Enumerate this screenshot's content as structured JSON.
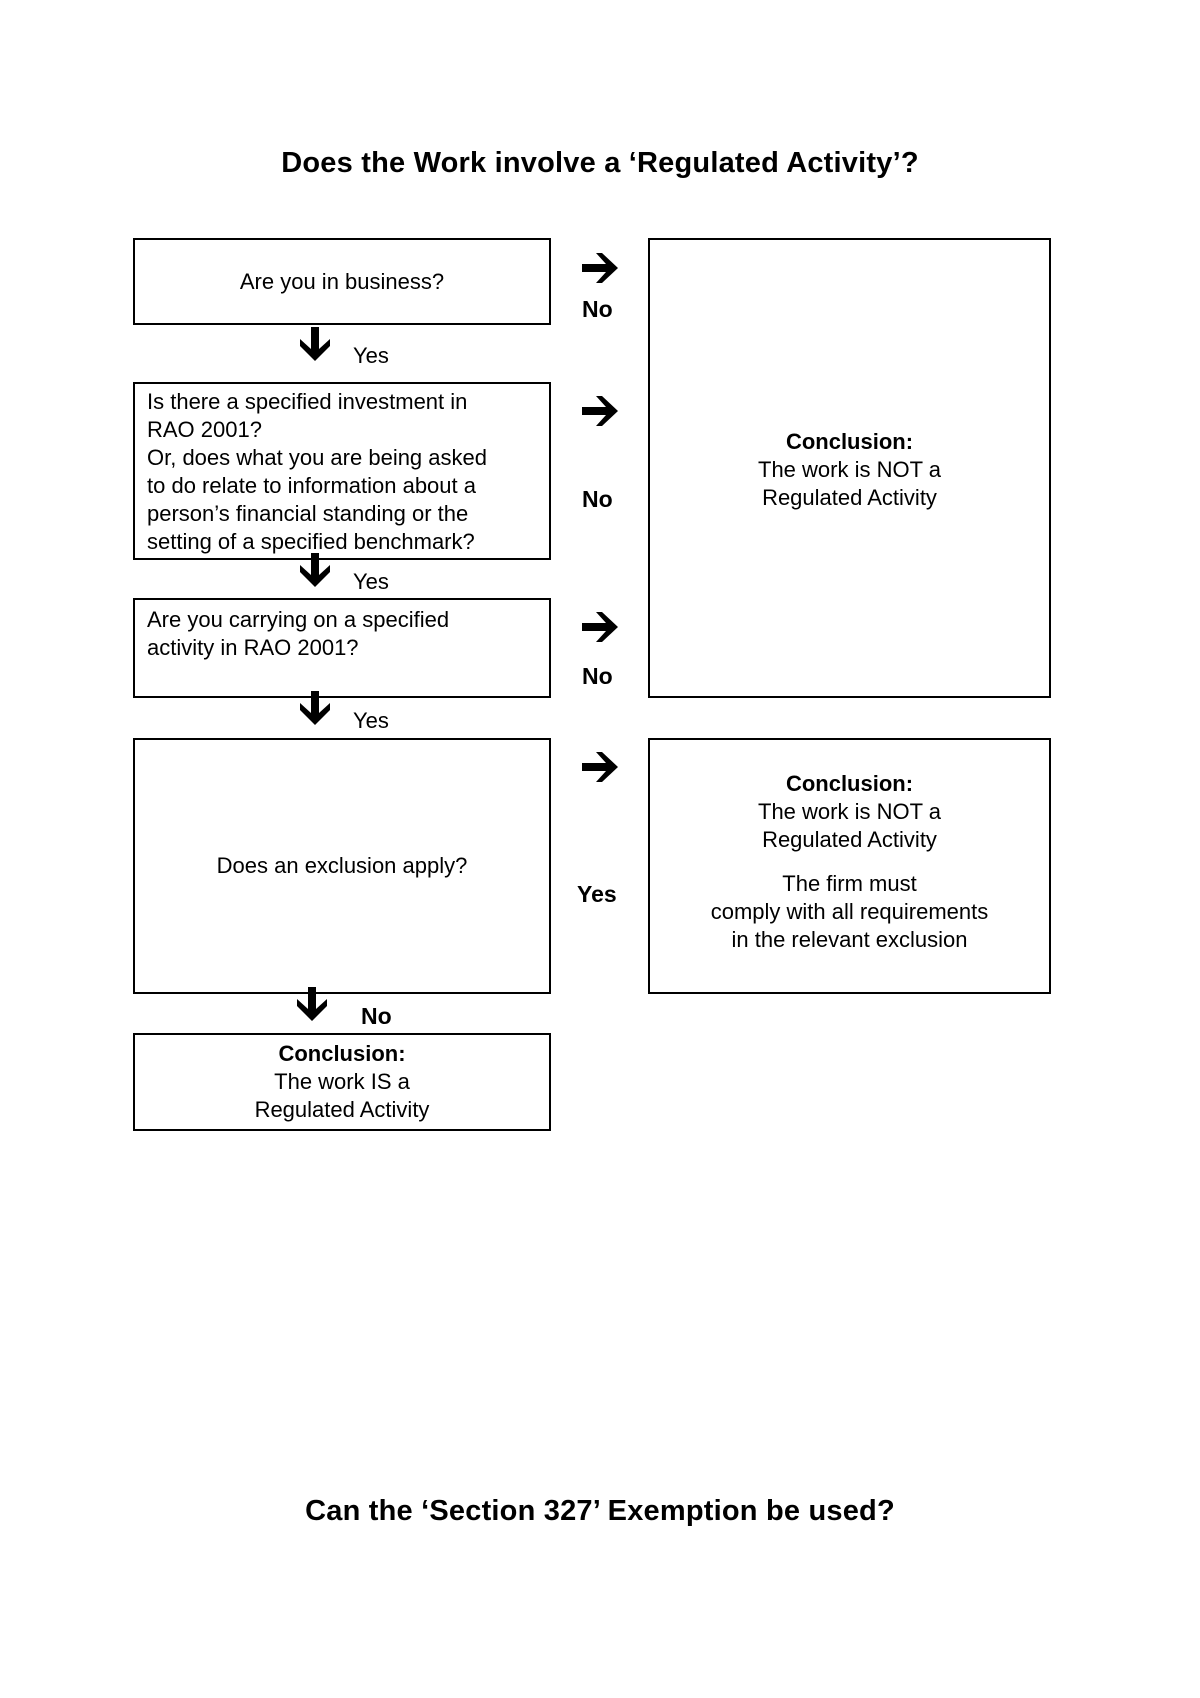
{
  "titles": {
    "main": "Does the Work involve a ‘Regulated Activity’?",
    "bottom": "Can the ‘Section 327’ Exemption be used?"
  },
  "questions": {
    "q1": "Are you in business?",
    "q2_lines": [
      "Is there a specified investment in",
      "RAO 2001?",
      "Or, does what you are being asked",
      "to do relate to information about a",
      "person’s financial standing or the",
      "setting of a specified benchmark?"
    ],
    "q3_lines": [
      "Are you carrying on a specified",
      "activity in RAO 2001?"
    ],
    "q4": "Does an exclusion apply?"
  },
  "conclusions": {
    "not_regulated": {
      "heading": "Conclusion:",
      "lines": [
        "The work is NOT a",
        "Regulated Activity"
      ]
    },
    "excluded": {
      "heading": "Conclusion:",
      "lines": [
        "The work is NOT a",
        "Regulated Activity"
      ],
      "note_lines": [
        "The firm must",
        "comply with all requirements",
        "in the relevant exclusion"
      ]
    },
    "regulated": {
      "heading": "Conclusion:",
      "lines": [
        "The work IS a",
        "Regulated Activity"
      ]
    }
  },
  "labels": {
    "no1": "No",
    "no2": "No",
    "no3": "No",
    "yes_right": "Yes",
    "yes1": "Yes",
    "yes2": "Yes",
    "yes3": "Yes",
    "no_down": "No"
  },
  "icons": {
    "right_arrow": "right-arrow-icon",
    "down_arrow": "down-arrow-icon"
  }
}
